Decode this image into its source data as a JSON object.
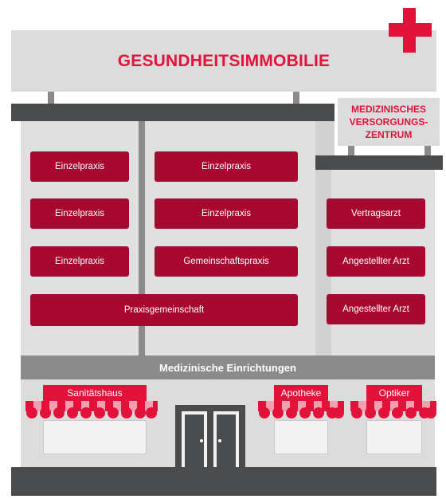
{
  "sign": {
    "title": "GESUNDHEITSIMMOBILIE"
  },
  "mvz_sign": {
    "text": "MEDIZINISCHES\nVERSORGUNGS-\nZENTRUM"
  },
  "offices": {
    "left_col": [
      "Einzelpraxis",
      "Einzelpraxis",
      "Einzelpraxis"
    ],
    "mid_col": [
      "Einzelpraxis",
      "Einzelpraxis",
      "Gemeinschaftspraxis"
    ],
    "wide": "Praxisgemeinschaft",
    "right_col": [
      "Vertragsarzt",
      "Angestellter Arzt",
      "Angestellter Arzt"
    ]
  },
  "ground_floor": {
    "band": "Medizinische Einrichtungen",
    "shops": [
      "Sanitätshaus",
      "Apotheke",
      "Optiker"
    ]
  },
  "colors": {
    "accent_red": "#e3123b",
    "office_box": "#a8072f",
    "roof": "#4a4b4d",
    "wall": "#d1d1d1",
    "sign_bg": "#dcdcdc"
  },
  "icons": [
    "red-cross-icon",
    "door-icon",
    "awning-icon"
  ]
}
